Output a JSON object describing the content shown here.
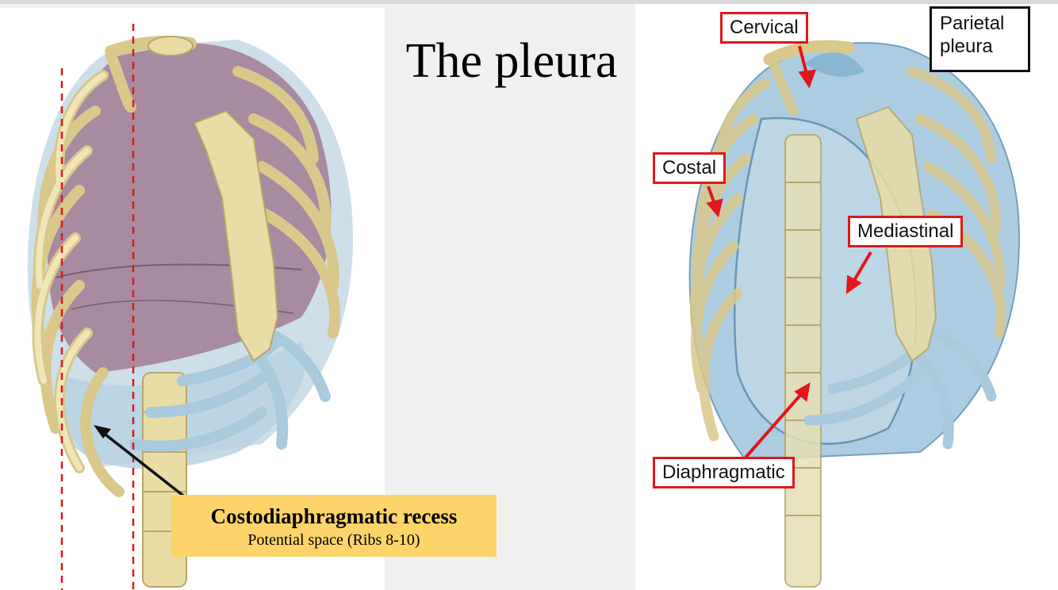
{
  "title": "The pleura",
  "left_figure": {
    "callout": {
      "title": "Costodiaphragmatic recess",
      "subtitle": "Potential space (Ribs 8-10)"
    }
  },
  "right_figure": {
    "header_label": "Parietal\npleura",
    "labels": {
      "cervical": "Cervical",
      "costal": "Costal",
      "mediastinal": "Mediastinal",
      "diaphragmatic": "Diaphragmatic"
    }
  },
  "colors": {
    "label_border": "#e0171b",
    "arrow": "#e0171b",
    "callout_fill": "#fdd46a",
    "bone": "#e9dca4",
    "cartilage": "#b7d3e2",
    "lung": "#a17c93",
    "pleura": "#9ec4dd"
  }
}
